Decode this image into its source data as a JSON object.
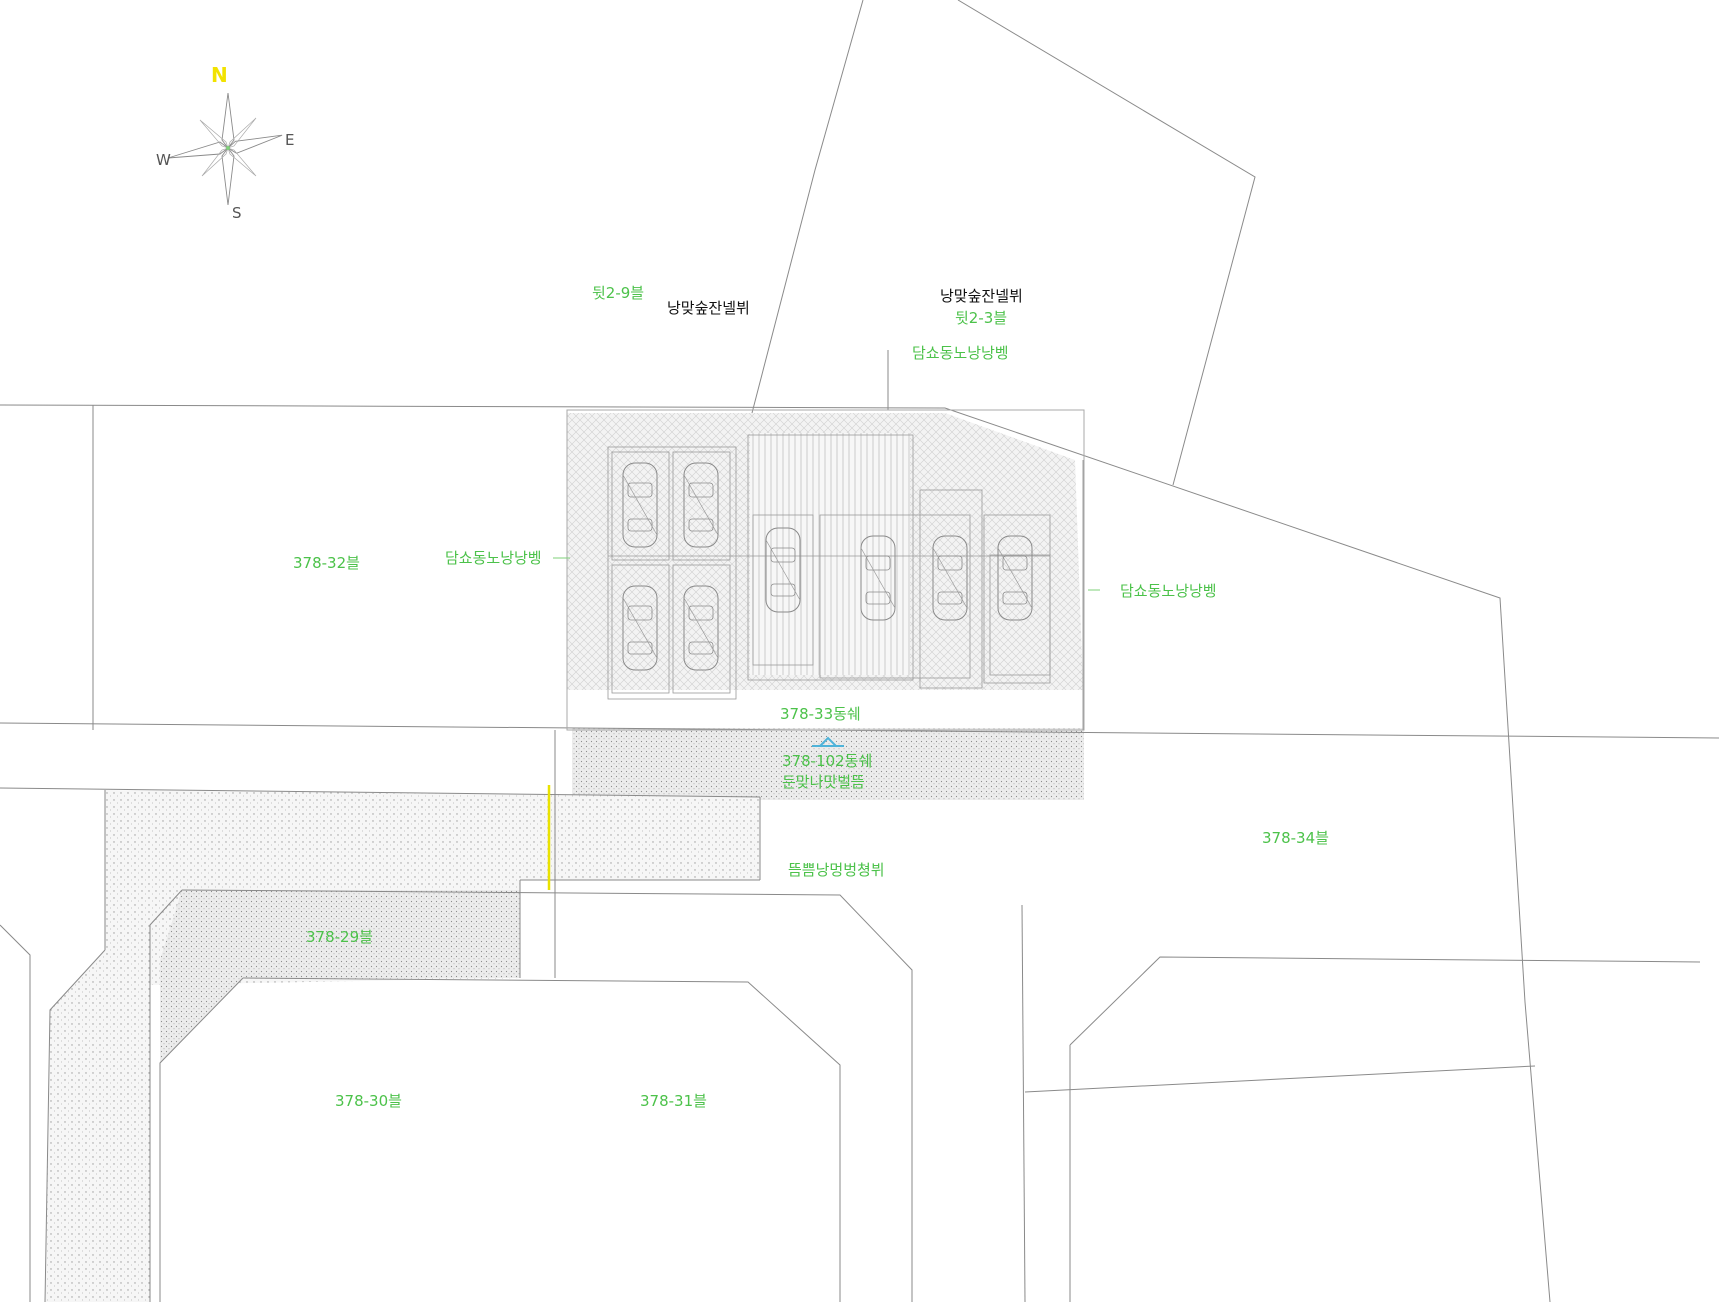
{
  "compass": {
    "north": "N",
    "east": "E",
    "west": "W",
    "south": "S",
    "north_color": "#f2e200"
  },
  "labels": {
    "road_label_a": "뒷2-9블",
    "road_label_b": "뒷2-3블",
    "street_name_a": "낭맞숲잔넬뷔",
    "street_name_b": "낭맞숲잔넬뷔",
    "boundary_label_top": "담쇼동노낭낭벵",
    "boundary_label_left": "담쇼동노낭낭벵",
    "boundary_label_right": "담쇼동노낭낭벵",
    "lot_378_32": "378-32블",
    "lot_378_33": "378-33동쉐",
    "lot_378_102": "378-102동쉐",
    "lot_378_102_sub": "둔맞나맛벌뜸",
    "road_note": "뜸쁨낭멍벙쳥뷔",
    "lot_378_34": "378-34블",
    "lot_378_29": "378-29블",
    "lot_378_30": "378-30블",
    "lot_378_31": "378-31블"
  },
  "colors": {
    "label_green": "#4cc24a",
    "label_black": "#111111",
    "line_gray": "#8a8a8a",
    "hatch_gray": "#b5b5b5",
    "accent_yellow": "#e9e200",
    "accent_cyan": "#4fb3d9"
  }
}
